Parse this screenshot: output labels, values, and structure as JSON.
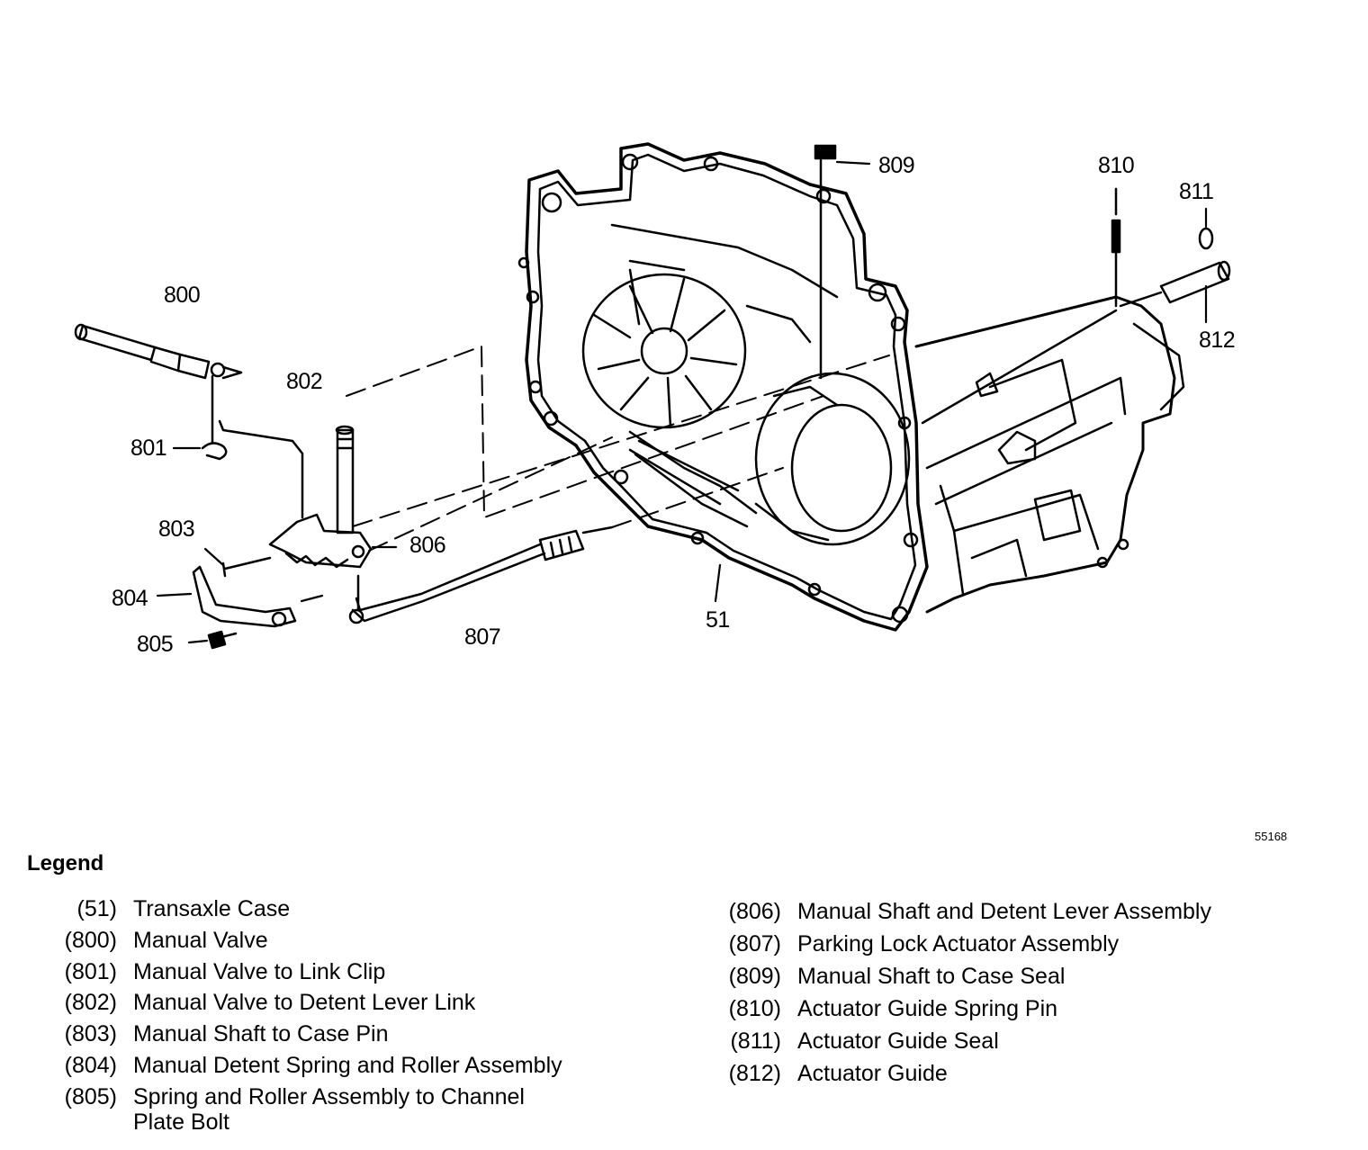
{
  "figure_id": "55168",
  "callouts": {
    "c51": "51",
    "c800": "800",
    "c801": "801",
    "c802": "802",
    "c803": "803",
    "c804": "804",
    "c805": "805",
    "c806": "806",
    "c807": "807",
    "c809": "809",
    "c810": "810",
    "c811": "811",
    "c812": "812"
  },
  "legend": {
    "title": "Legend",
    "left": [
      {
        "code": "(51)",
        "label": "Transaxle Case"
      },
      {
        "code": "(800)",
        "label": "Manual Valve"
      },
      {
        "code": "(801)",
        "label": "Manual Valve to Link Clip"
      },
      {
        "code": "(802)",
        "label": "Manual Valve to Detent Lever Link"
      },
      {
        "code": "(803)",
        "label": "Manual Shaft to Case Pin"
      },
      {
        "code": "(804)",
        "label": "Manual Detent Spring and Roller Assembly"
      },
      {
        "code": "(805)",
        "label": "Spring and Roller Assembly to Channel",
        "label2": "Plate Bolt"
      }
    ],
    "right": [
      {
        "code": "(806)",
        "label": "Manual Shaft and Detent Lever Assembly"
      },
      {
        "code": "(807)",
        "label": "Parking Lock Actuator Assembly"
      },
      {
        "code": "(809)",
        "label": "Manual Shaft to Case Seal"
      },
      {
        "code": "(810)",
        "label": "Actuator Guide Spring Pin"
      },
      {
        "code": "(811)",
        "label": "Actuator Guide Seal"
      },
      {
        "code": "(812)",
        "label": "Actuator Guide"
      }
    ]
  }
}
